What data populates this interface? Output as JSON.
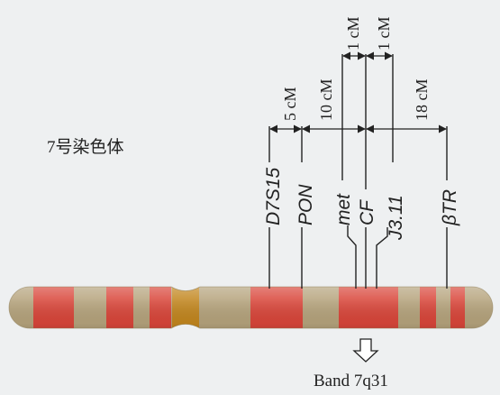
{
  "chromosome_label": "7号染色体",
  "band_label": "Band 7q31",
  "colors": {
    "background": "#eef0f1",
    "chromosome_base": "#b5a37c",
    "band_red": "#d9463a",
    "centromere": "#c2861e",
    "line": "#222222"
  },
  "markers": [
    {
      "id": "d7s15",
      "label": "D7S15",
      "italic": true
    },
    {
      "id": "pon",
      "label": "PON",
      "italic": true
    },
    {
      "id": "met",
      "label": "met",
      "italic": true
    },
    {
      "id": "cf",
      "label": "CF",
      "italic": true
    },
    {
      "id": "j311",
      "label": "J3.11",
      "italic": true
    },
    {
      "id": "btr",
      "label": "βTR",
      "italic": true
    }
  ],
  "distances": [
    {
      "id": "d1",
      "label": "5 cM"
    },
    {
      "id": "d2",
      "label": "10 cM"
    },
    {
      "id": "d3",
      "label": "1 cM"
    },
    {
      "id": "d4",
      "label": "1 cM"
    },
    {
      "id": "d5",
      "label": "18 cM"
    }
  ]
}
